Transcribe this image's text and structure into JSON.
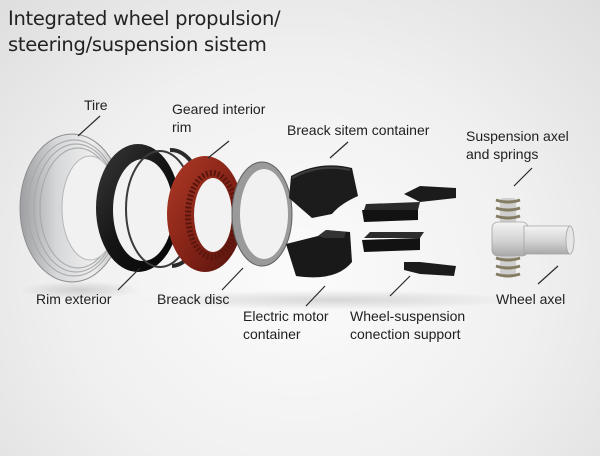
{
  "title": {
    "line1": "Integrated wheel propulsion/",
    "line2": "steering/suspension sistem"
  },
  "labels": {
    "tire": "Tire",
    "geared_rim_line1": "Geared interior",
    "geared_rim_line2": "rim",
    "breack_container": "Breack sitem container",
    "suspension_line1": "Suspension axel",
    "suspension_line2": "and springs",
    "rim_exterior": "Rim exterior",
    "breack_disc": "Breack disc",
    "motor_line1": "Electric motor",
    "motor_line2": "container",
    "wheel_susp_line1": "Wheel-suspension",
    "wheel_susp_line2": "conection support",
    "wheel_axel": "Wheel axel"
  },
  "colors": {
    "tire": "#c9cacc",
    "rim_exterior": "#161616",
    "geared_rim": "#8a2418",
    "breack_disc": "#9a9a9a",
    "container": "#1a1a1a",
    "spring": "#8a8470",
    "axel": "#dadada"
  }
}
